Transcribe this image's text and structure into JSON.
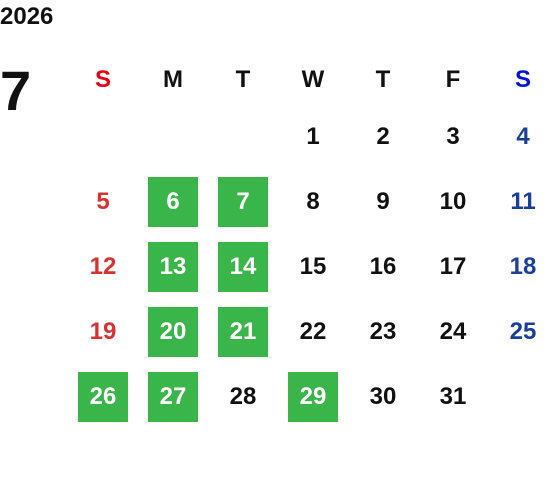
{
  "calendar": {
    "year": "2026",
    "month": "7",
    "weekdays": [
      {
        "label": "S",
        "kind": "sun"
      },
      {
        "label": "M",
        "kind": "week"
      },
      {
        "label": "T",
        "kind": "week"
      },
      {
        "label": "W",
        "kind": "week"
      },
      {
        "label": "T",
        "kind": "week"
      },
      {
        "label": "F",
        "kind": "week"
      },
      {
        "label": "S",
        "kind": "sat"
      }
    ],
    "weeks": [
      [
        null,
        null,
        null,
        {
          "day": "1"
        },
        {
          "day": "2"
        },
        {
          "day": "3"
        },
        {
          "day": "4"
        }
      ],
      [
        {
          "day": "5"
        },
        {
          "day": "6",
          "highlight": true
        },
        {
          "day": "7",
          "highlight": true
        },
        {
          "day": "8"
        },
        {
          "day": "9"
        },
        {
          "day": "10"
        },
        {
          "day": "11"
        }
      ],
      [
        {
          "day": "12"
        },
        {
          "day": "13",
          "highlight": true
        },
        {
          "day": "14",
          "highlight": true
        },
        {
          "day": "15"
        },
        {
          "day": "16"
        },
        {
          "day": "17"
        },
        {
          "day": "18"
        }
      ],
      [
        {
          "day": "19"
        },
        {
          "day": "20",
          "highlight": true
        },
        {
          "day": "21",
          "highlight": true
        },
        {
          "day": "22"
        },
        {
          "day": "23"
        },
        {
          "day": "24"
        },
        {
          "day": "25"
        }
      ],
      [
        {
          "day": "26",
          "highlight": true
        },
        {
          "day": "27",
          "highlight": true
        },
        {
          "day": "28"
        },
        {
          "day": "29",
          "highlight": true
        },
        {
          "day": "30"
        },
        {
          "day": "31"
        },
        null
      ]
    ]
  },
  "colors": {
    "highlight": "#3ab54a",
    "sunday_header": "#e60012",
    "saturday_header": "#0014d8",
    "sunday_day": "#d93030",
    "saturday_day": "#1a3f99",
    "text": "#111111"
  }
}
